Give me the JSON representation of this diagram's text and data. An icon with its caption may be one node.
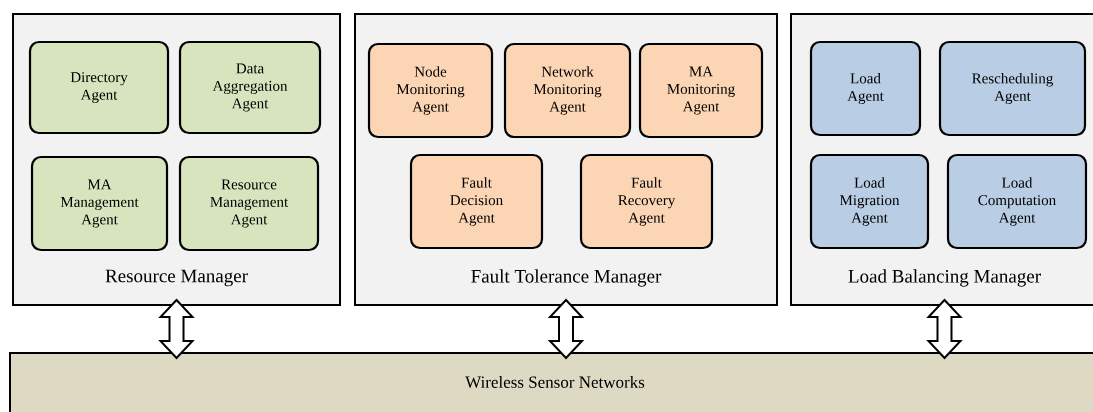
{
  "diagram": {
    "nodes": [
      {
        "text": [
          "Resource Manager"
        ]
      },
      {
        "text": [
          "Directory Agent"
        ],
        "in": 0
      },
      {
        "text": [
          "Data Aggregation Agent"
        ],
        "in": 0
      },
      {
        "text": [
          "MA Management Agent"
        ],
        "in": 0
      },
      {
        "text": [
          "Resource Management Agent"
        ],
        "in": 0
      },
      {
        "text": [
          "Fault Tolerance Manager"
        ]
      },
      {
        "text": [
          "Node Monitoring Agent"
        ],
        "in": 5
      },
      {
        "text": [
          "Network Monitoring Agent"
        ],
        "in": 5
      },
      {
        "text": [
          "MA Monitoring Agent"
        ],
        "in": 5
      },
      {
        "text": [
          "Fault Decision Agent"
        ],
        "in": 5
      },
      {
        "text": [
          "Fault Recovery Agent"
        ],
        "in": 5
      },
      {
        "text": [
          "Load Balancing Manager"
        ]
      },
      {
        "text": [
          "Load Agent"
        ],
        "in": 11
      },
      {
        "text": [
          "Rescheduling Agent"
        ],
        "in": 11
      },
      {
        "text": [
          "Load Migration Agent"
        ],
        "in": 11
      },
      {
        "text": [
          "Load Computation Agent"
        ],
        "in": 11
      },
      {
        "text": [
          "Wireless Sensor Networks"
        ]
      }
    ],
    "edges": [
      {
        "from": 0,
        "to": 16,
        "arrow": "both"
      },
      {
        "from": 5,
        "to": 16,
        "arrow": "both"
      },
      {
        "from": 11,
        "to": 16,
        "arrow": "both"
      }
    ]
  }
}
